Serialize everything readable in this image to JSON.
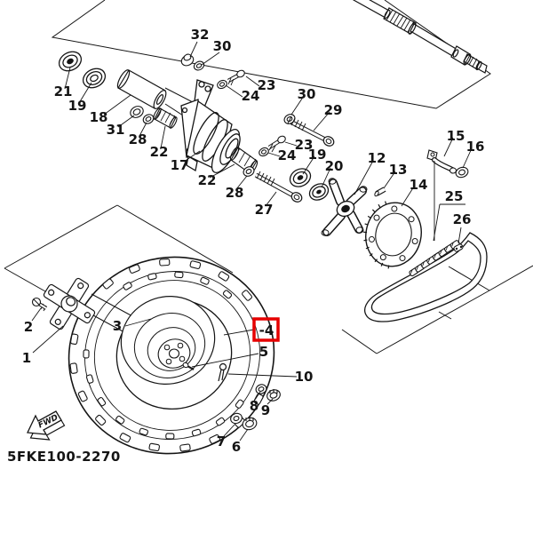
{
  "diagram": {
    "code": "5FKE100-2270",
    "fwd_label": "FWD",
    "highlight": {
      "text": "-4",
      "box_color": "#e60000"
    },
    "ink_color": "#151515",
    "background": "#ffffff",
    "callouts": [
      {
        "text": "32"
      },
      {
        "text": "30"
      },
      {
        "text": "23"
      },
      {
        "text": "24"
      },
      {
        "text": "21"
      },
      {
        "text": "19"
      },
      {
        "text": "18"
      },
      {
        "text": "31"
      },
      {
        "text": "28"
      },
      {
        "text": "22"
      },
      {
        "text": "17"
      },
      {
        "text": "22"
      },
      {
        "text": "28"
      },
      {
        "text": "27"
      },
      {
        "text": "30"
      },
      {
        "text": "29"
      },
      {
        "text": "23"
      },
      {
        "text": "24"
      },
      {
        "text": "19"
      },
      {
        "text": "20"
      },
      {
        "text": "12"
      },
      {
        "text": "13"
      },
      {
        "text": "14"
      },
      {
        "text": "15"
      },
      {
        "text": "16"
      },
      {
        "text": "25"
      },
      {
        "text": "26"
      },
      {
        "text": "1"
      },
      {
        "text": "2"
      },
      {
        "text": "3"
      },
      {
        "text": "5"
      },
      {
        "text": "6"
      },
      {
        "text": "7"
      },
      {
        "text": "8"
      },
      {
        "text": "9"
      },
      {
        "text": "10"
      }
    ]
  }
}
